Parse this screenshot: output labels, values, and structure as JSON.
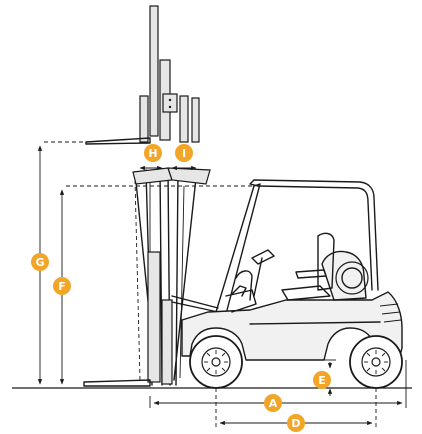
{
  "colors": {
    "badge": "#f3a528",
    "ink": "#1a1a1a"
  },
  "badges": [
    {
      "id": "A",
      "label": "A"
    },
    {
      "id": "D",
      "label": "D"
    },
    {
      "id": "E",
      "label": "E"
    },
    {
      "id": "F",
      "label": "F"
    },
    {
      "id": "G",
      "label": "G"
    },
    {
      "id": "H",
      "label": "H"
    },
    {
      "id": "I",
      "label": "I"
    }
  ]
}
